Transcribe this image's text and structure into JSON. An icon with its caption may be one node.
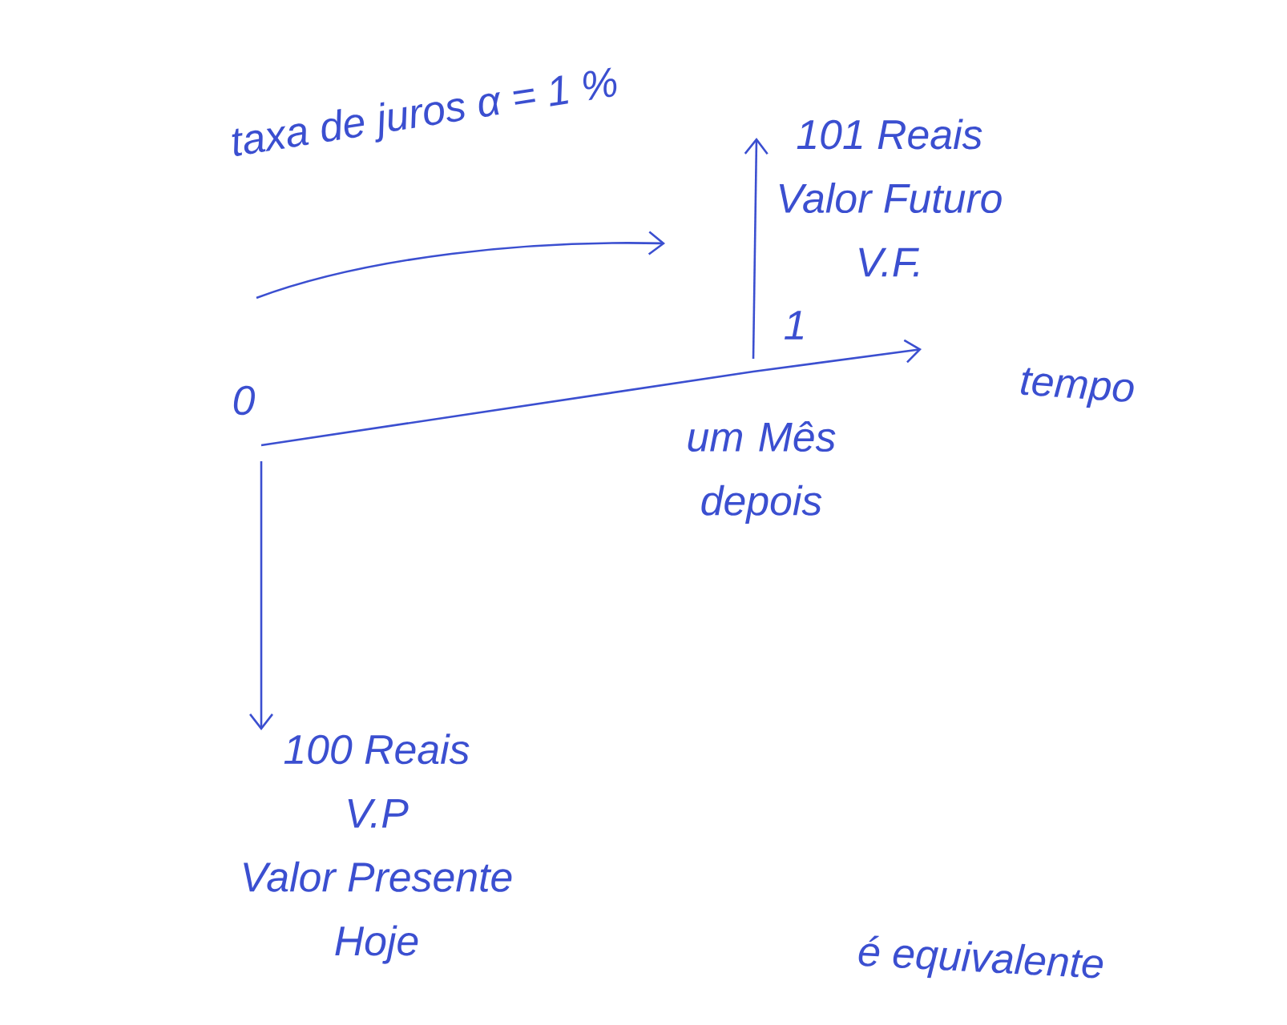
{
  "diagram": {
    "nodes": [
      {
        "text": [
          "100 Reais",
          "V.P",
          "Valor Presente",
          "Hoje"
        ]
      },
      {
        "text": [
          "101 Reais",
          "Valor Futuro",
          "V.F."
        ]
      }
    ],
    "edges": [
      {
        "from": null,
        "to": 0,
        "arrow": "to"
      },
      {
        "from": null,
        "to": 1,
        "arrow": "to"
      }
    ],
    "labels": [
      "taxa de juros α = 1 %",
      "0",
      "1",
      "tempo",
      "um Mês depois",
      "é equivalente"
    ]
  }
}
